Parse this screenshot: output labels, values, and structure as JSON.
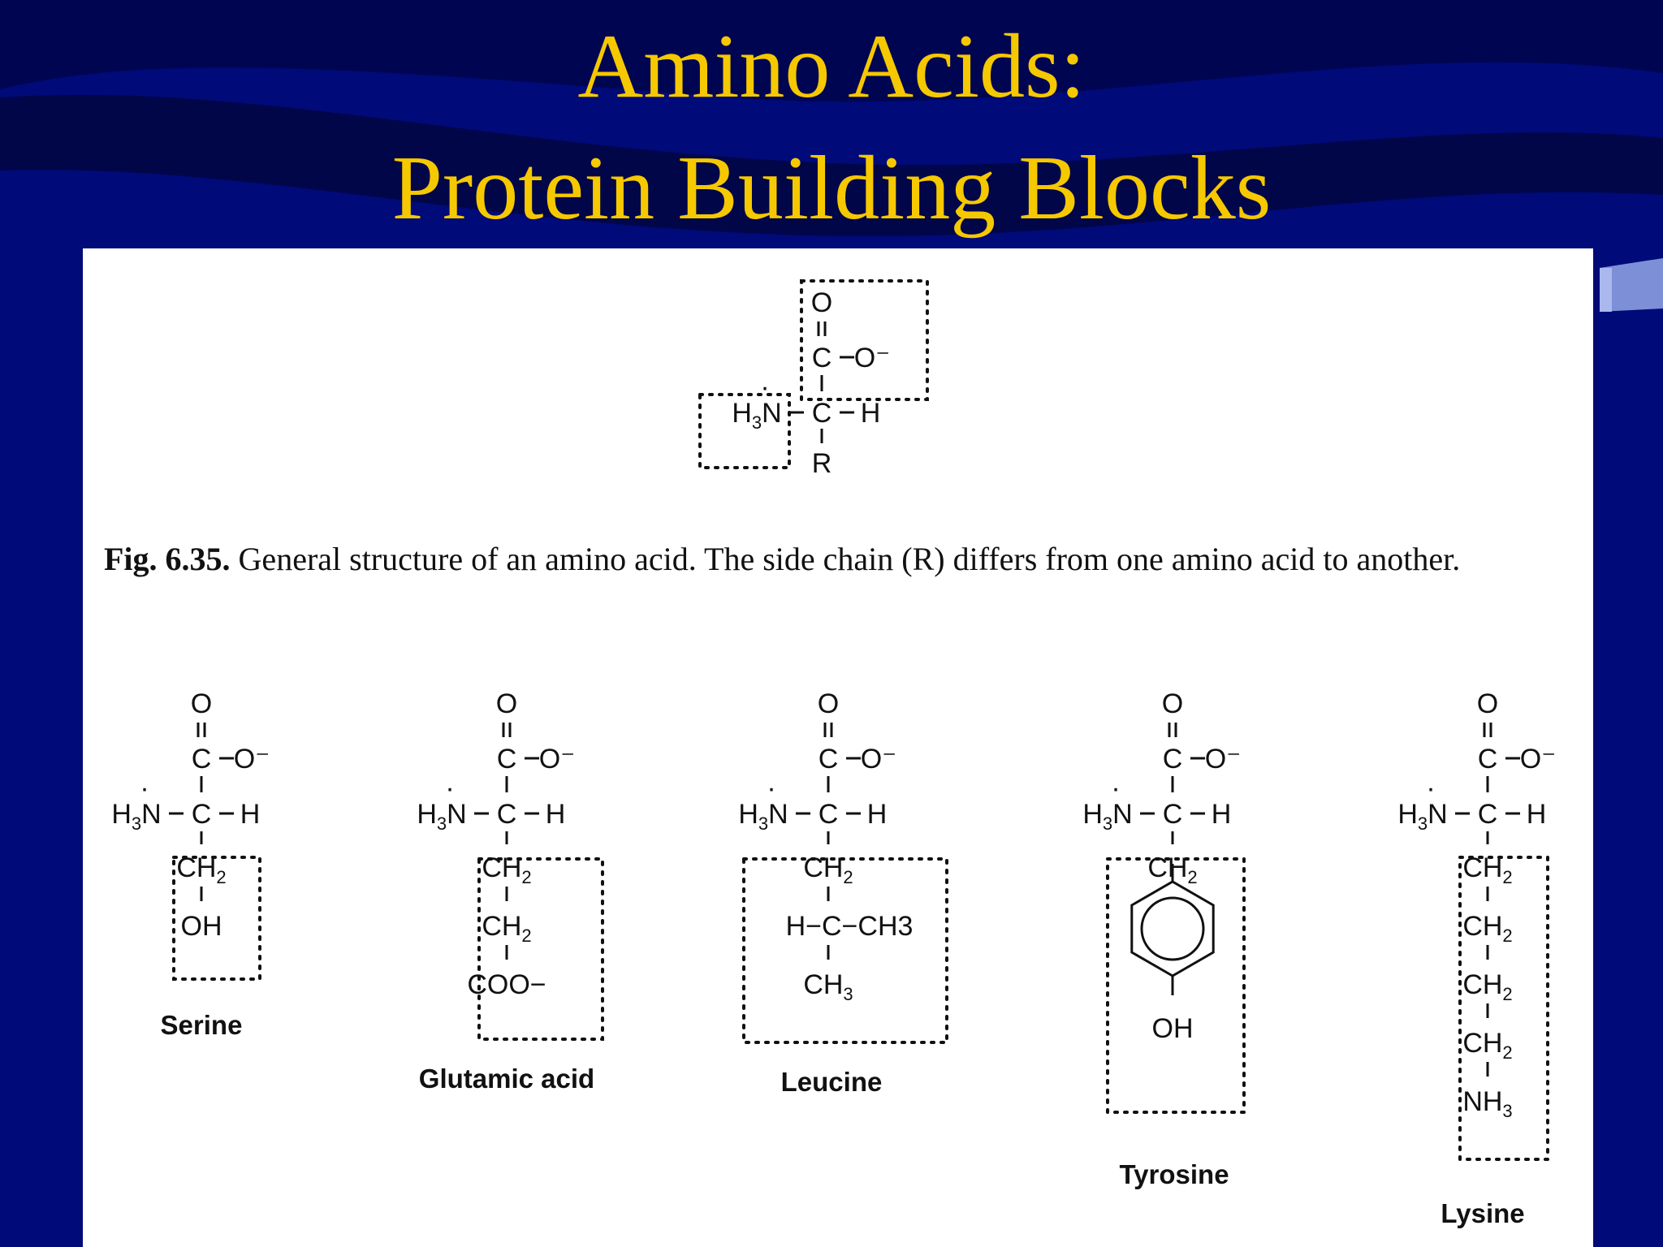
{
  "slide": {
    "title_line1": "Amino Acids:",
    "title_line2": "Protein Building Blocks",
    "colors": {
      "background": "#000a78",
      "title": "#f5c800",
      "panel": "#ffffff"
    }
  },
  "figure": {
    "caption_label": "Fig. 6.35.",
    "caption_text": "General structure of an amino acid. The side chain (R) differs from one amino acid to another.",
    "general": {
      "amine": "H3N",
      "carboxyl": "C−O",
      "r_group": "R",
      "h": "H",
      "o": "O"
    },
    "amino_acids": [
      {
        "name": "Serine",
        "side_chain": [
          "CH2",
          "OH"
        ]
      },
      {
        "name": "Glutamic acid",
        "side_chain": [
          "CH2",
          "CH2",
          "COO−"
        ]
      },
      {
        "name": "Leucine",
        "side_chain": [
          "CH2",
          "H−C−CH3",
          "CH3"
        ]
      },
      {
        "name": "Tyrosine",
        "side_chain": [
          "CH2",
          "benzene-ring",
          "OH"
        ]
      },
      {
        "name": "Lysine",
        "side_chain": [
          "CH2",
          "CH2",
          "CH2",
          "CH2",
          "NH3"
        ]
      }
    ]
  }
}
